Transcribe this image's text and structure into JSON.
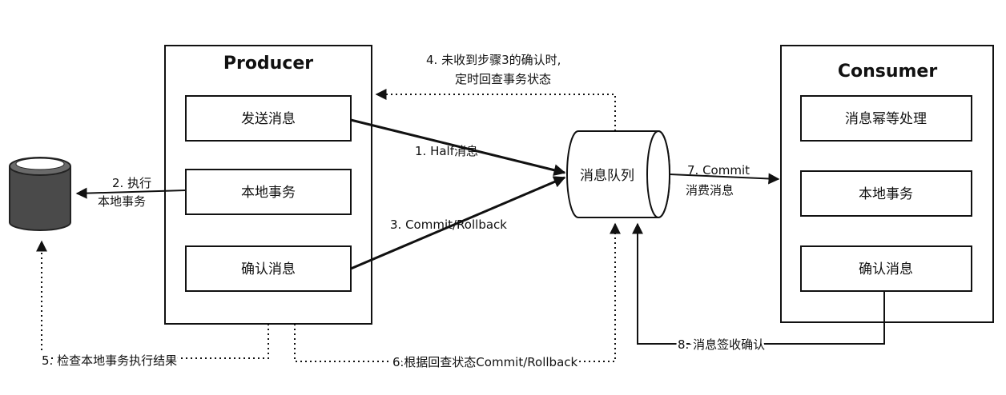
{
  "producer": {
    "title": "Producer",
    "items": [
      "发送消息",
      "本地事务",
      "确认消息"
    ]
  },
  "consumer": {
    "title": "Consumer",
    "items": [
      "消息幂等处理",
      "本地事务",
      "确认消息"
    ]
  },
  "queue": {
    "label": "消息队列"
  },
  "steps": {
    "s1": "1. Half消息",
    "s2_line1": "2. 执行",
    "s2_line2": "本地事务",
    "s3": "3. Commit/Rollback",
    "s4_line1": "4. 未收到步骤3的确认时,",
    "s4_line2": "定时回查事务状态",
    "s5": "5. 检查本地事务执行结果",
    "s6": "6.根据回查状态Commit/Rollback",
    "s7_line1": "7. Commit",
    "s7_line2": "消费消息",
    "s8": "8. 消息签收确认"
  }
}
